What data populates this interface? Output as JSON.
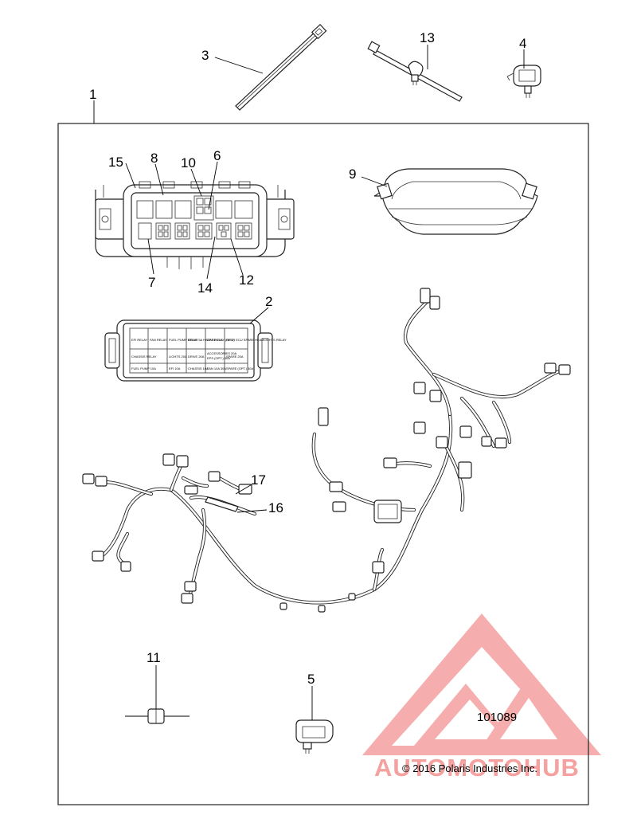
{
  "diagram": {
    "callouts": [
      {
        "id": "callout-1",
        "text": "1"
      },
      {
        "id": "callout-2",
        "text": "2"
      },
      {
        "id": "callout-3",
        "text": "3"
      },
      {
        "id": "callout-4",
        "text": "4"
      },
      {
        "id": "callout-5",
        "text": "5"
      },
      {
        "id": "callout-6",
        "text": "6"
      },
      {
        "id": "callout-7",
        "text": "7"
      },
      {
        "id": "callout-8",
        "text": "8"
      },
      {
        "id": "callout-9",
        "text": "9"
      },
      {
        "id": "callout-10",
        "text": "10"
      },
      {
        "id": "callout-11",
        "text": "11"
      },
      {
        "id": "callout-12",
        "text": "12"
      },
      {
        "id": "callout-13",
        "text": "13"
      },
      {
        "id": "callout-14",
        "text": "14"
      },
      {
        "id": "callout-15",
        "text": "15"
      },
      {
        "id": "callout-16",
        "text": "16"
      },
      {
        "id": "callout-17",
        "text": "17"
      }
    ],
    "fuse_box_labels": {
      "r1c1": "EFI RELAY",
      "r1c2": "FAN RELAY",
      "r1c3": "FUEL PUMP RELAY",
      "r1c4": "DRIVE 5A HAZARD 20A",
      "r1c5": "EPS RELAY (OPT.)",
      "r1c6": "REAR ECU SPARE HEADLIGHTS RELAY",
      "r2c1": "CHASSIS RELAY",
      "r2c3": "LIGHTS 20A",
      "r2c4": "DRIVE 20A",
      "r2c5": "ACCESSORIES 20A",
      "r2c6": "EPS (OPT.) 30A",
      "r2c7": "SPARE 20A",
      "r3c3": "FUEL PUMP 10A",
      "r3c4": "EFI 10A",
      "r3c5": "CHASSIS 10A",
      "r3c6": "FAN 10A 30A",
      "r3c7": "SPARE (OPT.) 30A"
    },
    "drawing_number": "101089",
    "copyright": "© 2016 Polaris Industries Inc."
  },
  "watermark": {
    "text": "AUTOMOTOHUB",
    "color": "#e8302e"
  }
}
